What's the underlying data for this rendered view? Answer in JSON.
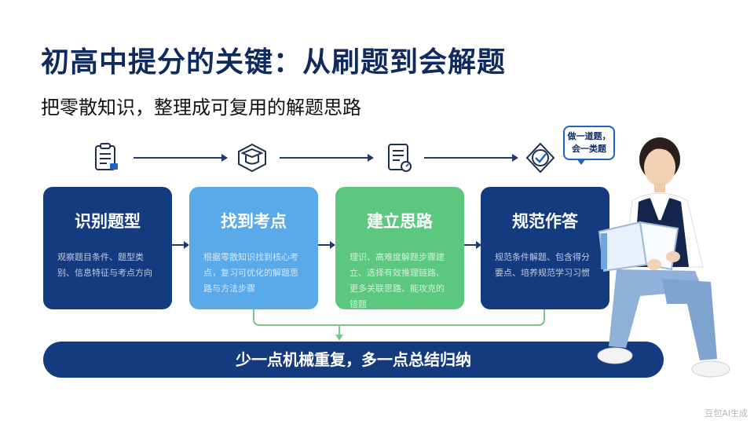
{
  "header": {
    "title": "初高中提分的关键：从刷题到会解题",
    "subtitle": "把零散知识，整理成可复用的解题思路"
  },
  "steps": [
    {
      "icon": "clipboard-list-icon",
      "title": "识别题型",
      "desc": "观察题目条件、题型类别、信息特征与考点方向",
      "color": "#143b80"
    },
    {
      "icon": "graduation-cap-icon",
      "title": "找到考点",
      "desc": "根据零散知识找到核心考点，复习可优化的解题思路与方法步骤",
      "color": "#5aa9e8"
    },
    {
      "icon": "document-review-icon",
      "title": "建立思路",
      "desc": "理识、高难度解题步骤建立、选择有效推理链路、更多关联思路、能攻克的错题",
      "color": "#5cc87f"
    },
    {
      "icon": "check-shield-icon",
      "title": "规范作答",
      "desc": "规范条件解题、包含得分要点、培养规范学习习惯",
      "color": "#143b80"
    }
  ],
  "bubble": {
    "line1": "做一道题，",
    "line2": "会一类题"
  },
  "banner": "少一点机械重复，多一点总结归纳",
  "watermark": "豆包AI生成",
  "colors": {
    "navy": "#143b80",
    "sky": "#5aa9e8",
    "green": "#5cc87f",
    "title": "#0f2a5e"
  }
}
